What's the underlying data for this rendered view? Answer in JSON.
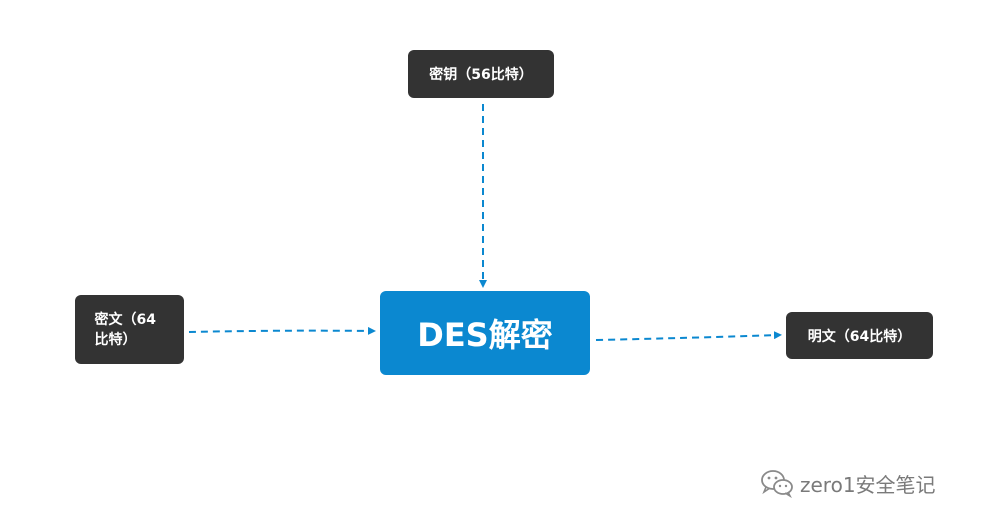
{
  "nodes": {
    "key": "密钥（56比特）",
    "ciphertext": "密文（64比特）",
    "des": "DES解密",
    "plaintext": "明文（64比特）"
  },
  "watermark": {
    "text": "zero1安全笔记",
    "icon": "wechat-icon"
  },
  "colors": {
    "dark_box": "#333333",
    "des_box": "#0b88d0",
    "arrow": "#0b88d0"
  }
}
